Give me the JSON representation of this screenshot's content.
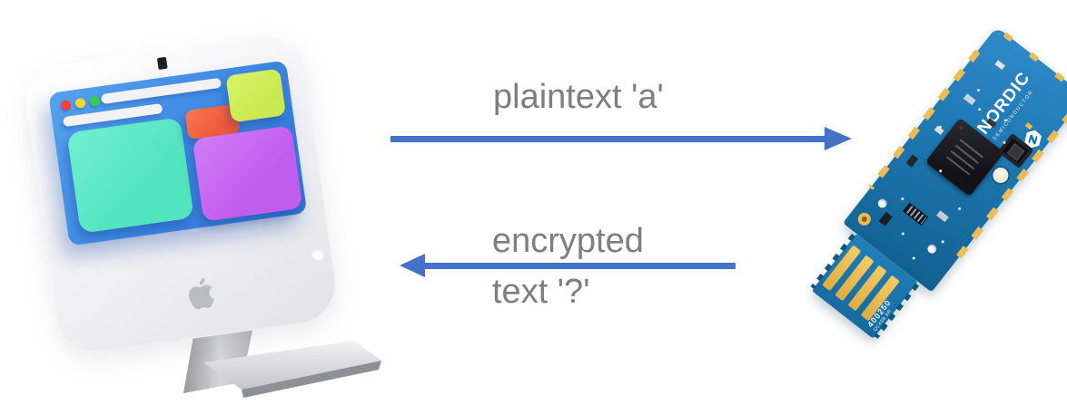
{
  "diagram": {
    "plaintext_label": "plaintext 'a'",
    "encrypted_label_line1": "encrypted",
    "encrypted_label_line2": "text '?'"
  },
  "dongle": {
    "brand": "NORDIC",
    "brand_subtitle": "SEMICONDUCTOR",
    "marking_line1": "400250",
    "marking_line2": "QC4SB.BR"
  },
  "icons": {
    "computer": "imac-computer-illustration",
    "apple_logo": "apple-logo",
    "dongle": "nordic-usb-dongle-illustration",
    "arrow_right": "right-arrow",
    "arrow_left": "left-arrow"
  },
  "colors": {
    "arrow_blue": "#4472c4",
    "label_gray": "#7e7e7e",
    "screen_blue": "#3c87e2",
    "panel_mint": "#53e5c0",
    "panel_orange": "#ee5a3a",
    "panel_lime": "#c8e94f",
    "panel_purple": "#c05cee",
    "light_red": "#fa4138",
    "light_yellow": "#ffd52d",
    "light_green": "#35d14e",
    "pcb_blue": "#1d77b0",
    "pcb_gold": "#ecbd55"
  }
}
